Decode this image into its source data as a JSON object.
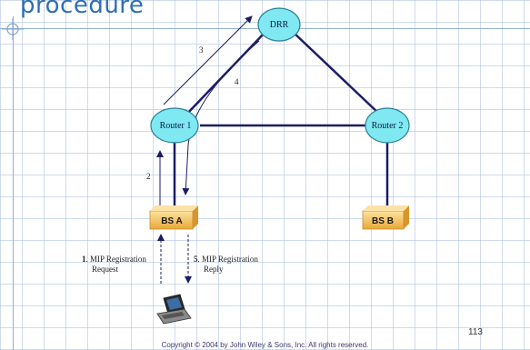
{
  "slide": {
    "title": "procedure",
    "page_number": "113",
    "copyright": "Copyright © 2004 by John Wiley & Sons, Inc. All rights reserved."
  },
  "diagram": {
    "nodes": {
      "drr": "DRR",
      "router1": "Router 1",
      "router2": "Router 2",
      "bs_a": "BS A",
      "bs_b": "BS B"
    },
    "steps": {
      "step2": "2",
      "step3": "3",
      "step4": "4",
      "step1_num": "1",
      "step1_line1": ". MIP Registration",
      "step1_line2": "Request",
      "step5_num": "5",
      "step5_line1": ". MIP Registration",
      "step5_line2": "Reply"
    },
    "colors": {
      "router_fill": "#7fe8f0",
      "router_stroke": "#2a7f9a",
      "link": "#1c1c66",
      "bs_fill": "#f5c35a"
    },
    "icons": [
      "laptop-icon",
      "target-icon"
    ]
  }
}
